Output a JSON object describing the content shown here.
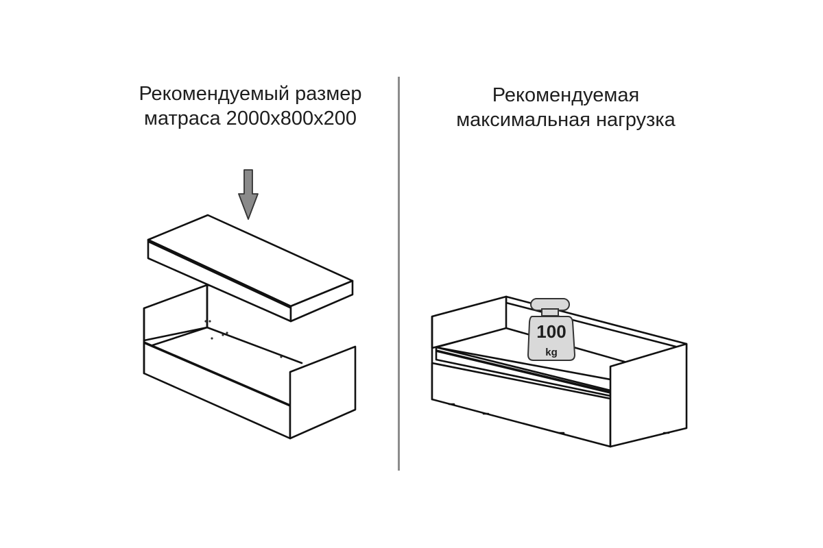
{
  "left_panel": {
    "title_line1": "Рекомендуемый размер",
    "title_line2": "матраса 2000x800x200"
  },
  "right_panel": {
    "title_line1": "Рекомендуемая",
    "title_line2": "максимальная нагрузка"
  },
  "weight": {
    "value": "100",
    "unit": "kg"
  },
  "colors": {
    "divider": "#8c8c8c",
    "arrow_fill": "#8a8a8a",
    "weight_fill": "#d9d9d9",
    "line": "#111111"
  },
  "icons": {
    "arrow": "down-arrow-icon",
    "weight": "weight-icon"
  }
}
